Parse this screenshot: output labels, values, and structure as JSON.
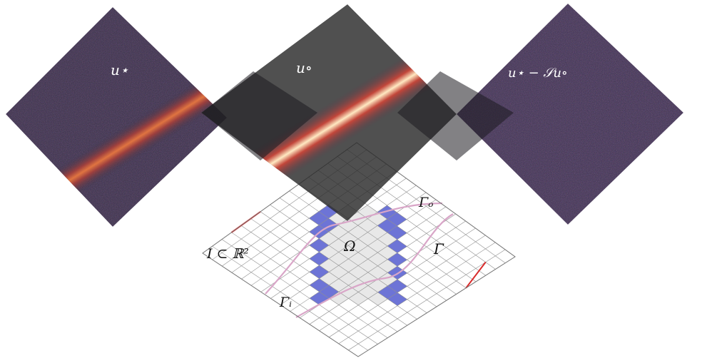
{
  "panels": {
    "measured": {
      "label": "u⋆"
    },
    "fitted": {
      "label": "u∘"
    },
    "residual": {
      "label": "u⋆ − 𝒮u∘"
    }
  },
  "domain_labels": {
    "image_domain": "I ⊂ ℝ²",
    "flow_domain": "Ω",
    "boundary": "Γ",
    "inlet": "Γᵢ",
    "outlet": "Γₒ"
  },
  "colors": {
    "noise_bg": "#3b3349",
    "stripe_hot": "#ffe7b8",
    "stripe_mid": "#d9603a",
    "boundary_fill": "#6d74d6",
    "interior_fill": "#e8e8e8",
    "grid_line": "#8f8f8f",
    "inlet_outlet": "#d92b2b"
  }
}
